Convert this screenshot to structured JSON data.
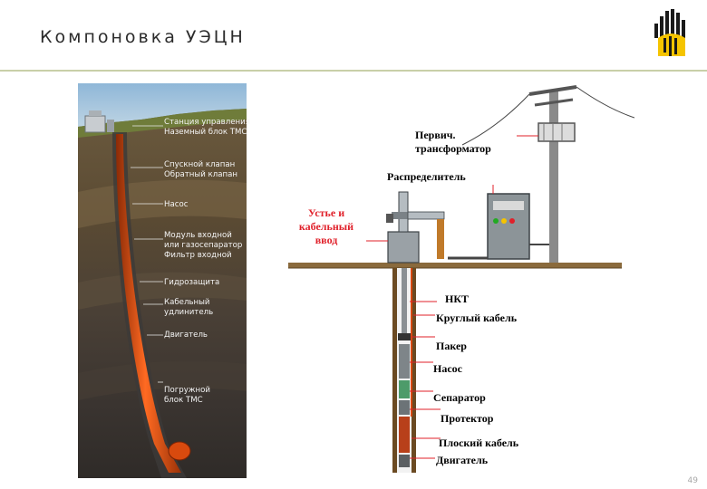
{
  "header": {
    "title": "Компоновка УЭЦН"
  },
  "left_labels": [
    "Станция управления",
    "Наземный блок ТМС",
    "Спускной клапан",
    "Обратный клапан",
    "Насос",
    "Модуль входной",
    "или газосепаратор",
    "Фильтр входной",
    "Гидрозащита",
    "Кабельный",
    "удлинитель",
    "Двигатель",
    "Погружной",
    "блок ТМС"
  ],
  "right_labels": {
    "transformer_line1": "Первич.",
    "transformer_line2": "трансформатор",
    "distributor": "Распределитель",
    "wellhead_line1": "Устье и",
    "wellhead_line2": "кабельный",
    "wellhead_line3": "ввод",
    "tubing": "НКТ",
    "round_cable": "Круглый кабель",
    "packer": "Пакер",
    "pump": "Насос",
    "separator": "Сепаратор",
    "protector": "Протектор",
    "flat_cable": "Плоский кабель",
    "motor": "Двигатель"
  },
  "colors": {
    "accent_yellow": "#f5c400",
    "label_red": "#e0202a",
    "pipe_orange": "#d9480f"
  },
  "footer": {
    "page_number": "49"
  }
}
